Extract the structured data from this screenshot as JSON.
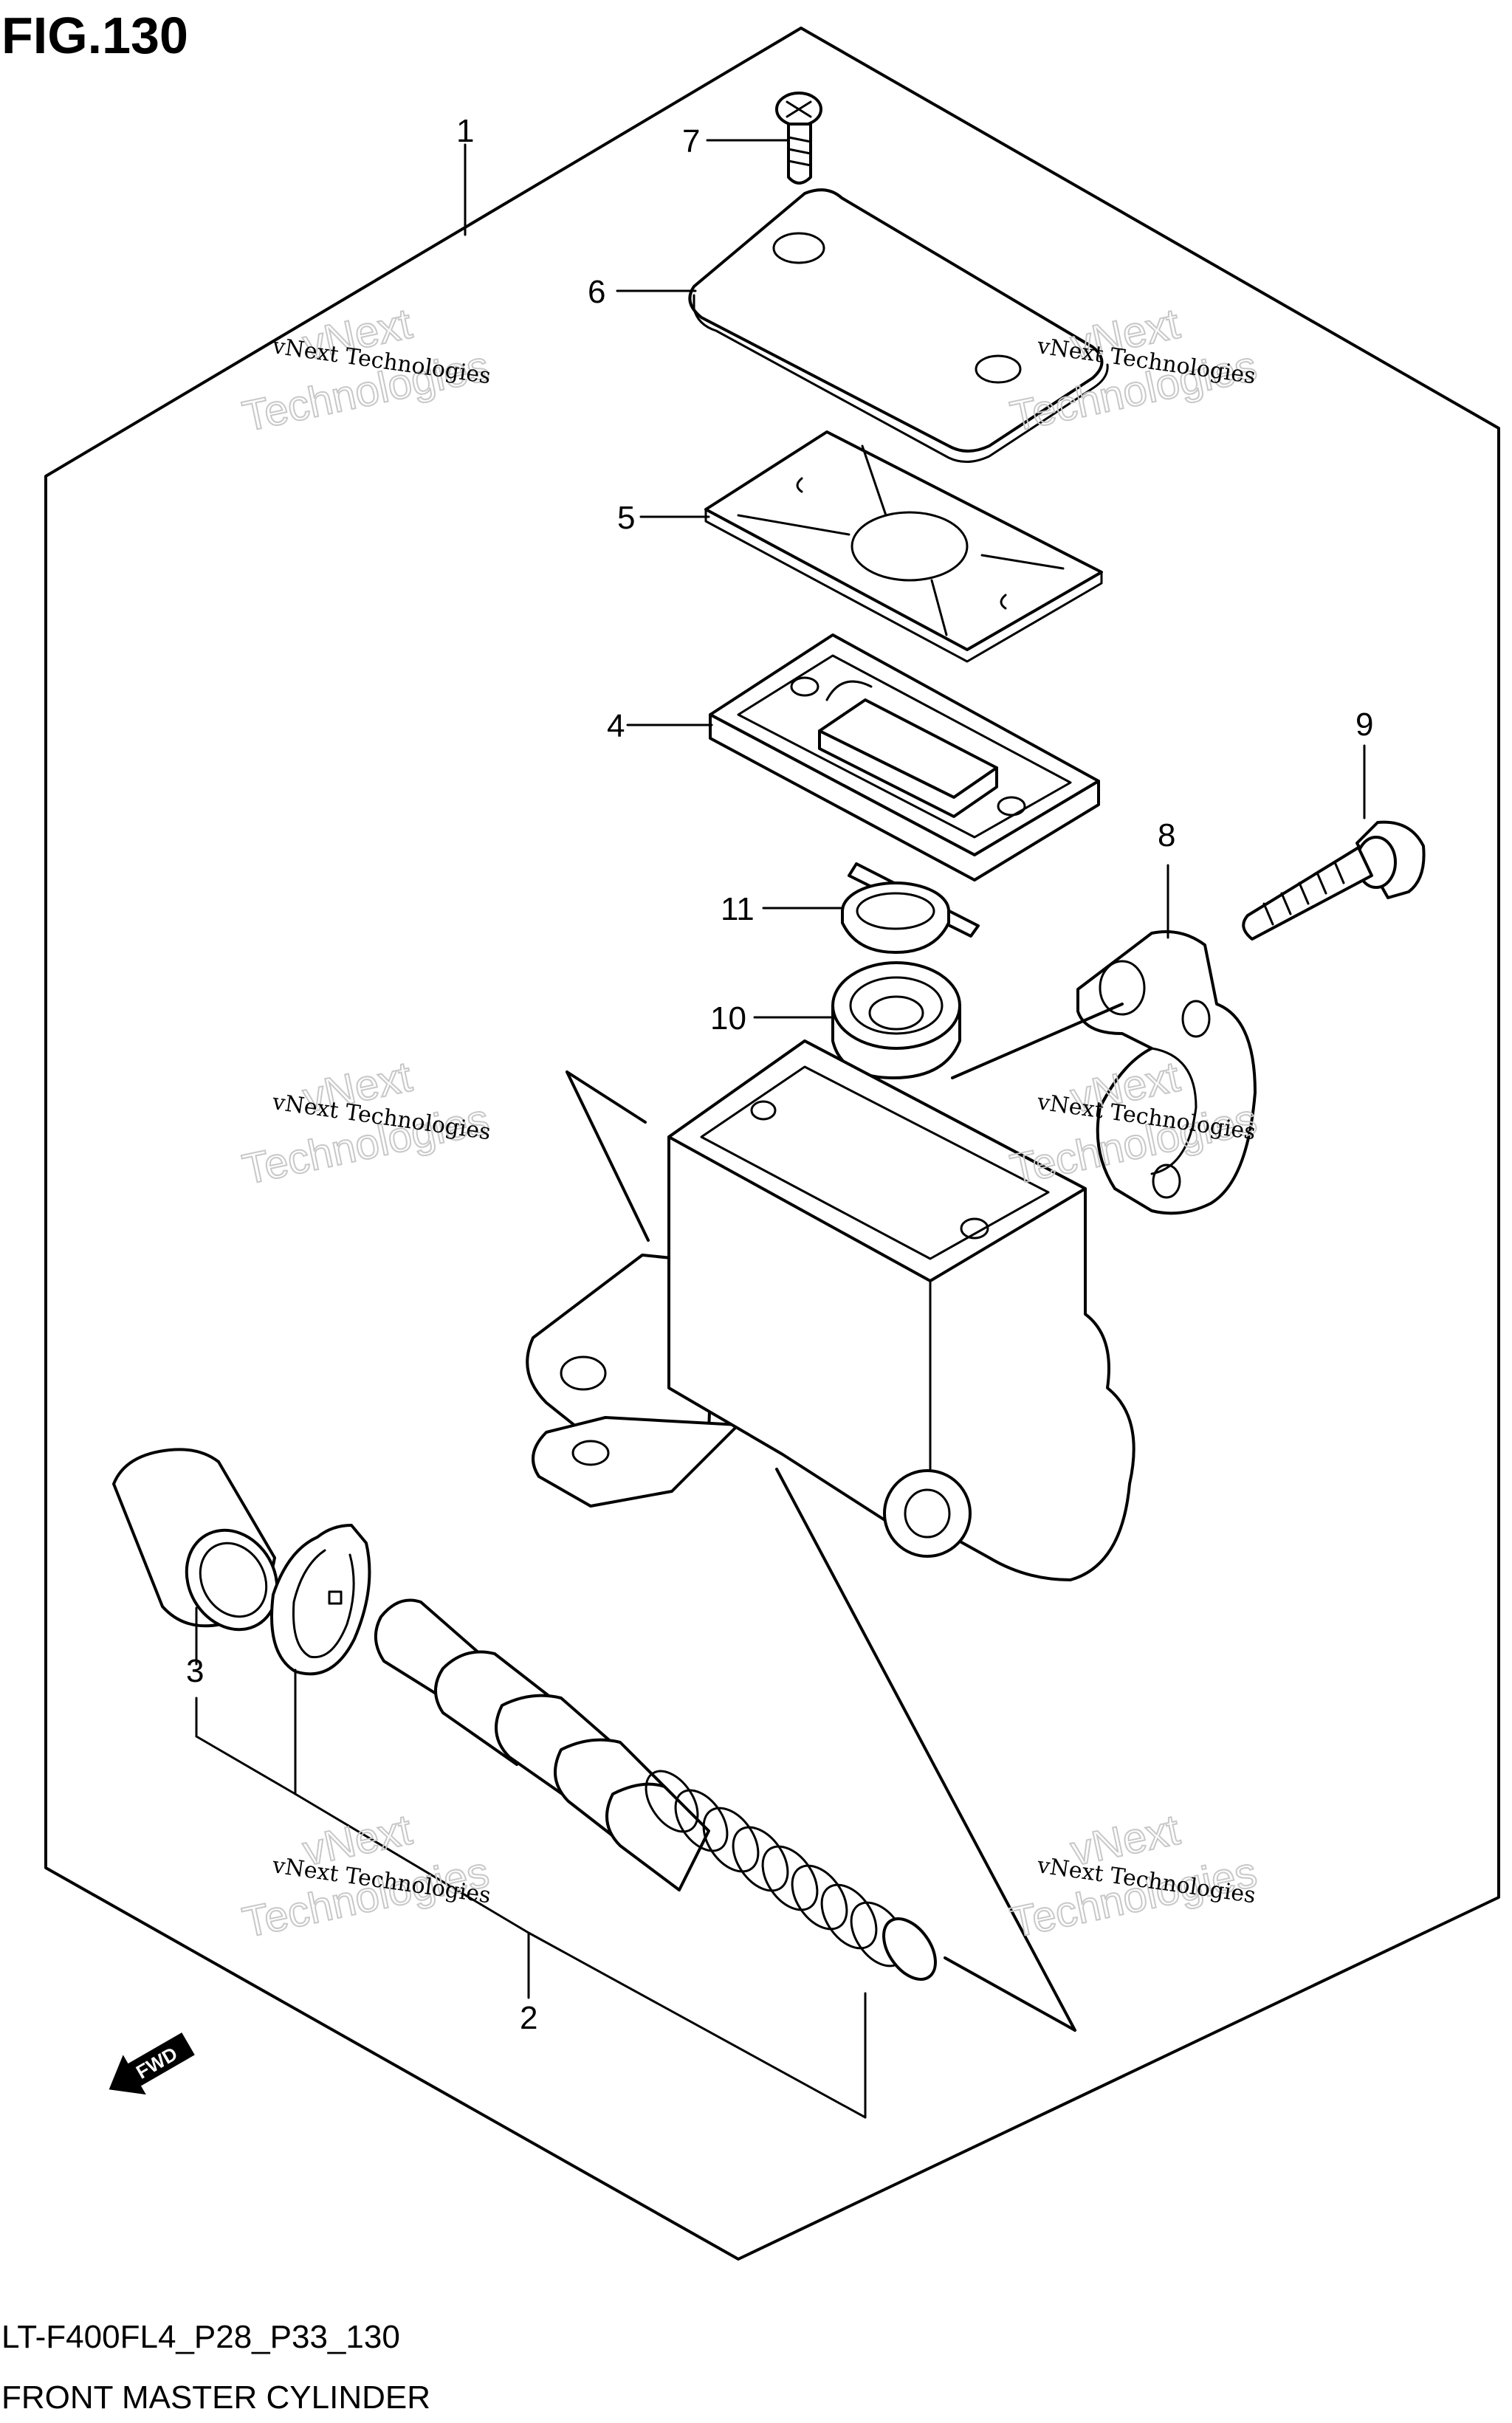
{
  "figure": {
    "title": "FIG.130",
    "model_code": "LT-F400FL4_P28_P33_130",
    "caption": "FRONT MASTER CYLINDER"
  },
  "callouts": [
    "1",
    "2",
    "3",
    "4",
    "5",
    "6",
    "7",
    "8",
    "9",
    "10",
    "11"
  ],
  "watermark": {
    "line1": "vNext Technologies",
    "line2": "vNext",
    "line3": "Technologies"
  },
  "fwd_badge": {
    "label": "FWD"
  },
  "colors": {
    "ink": "#000000",
    "paper": "#ffffff",
    "watermark": "#c8c8c8"
  }
}
